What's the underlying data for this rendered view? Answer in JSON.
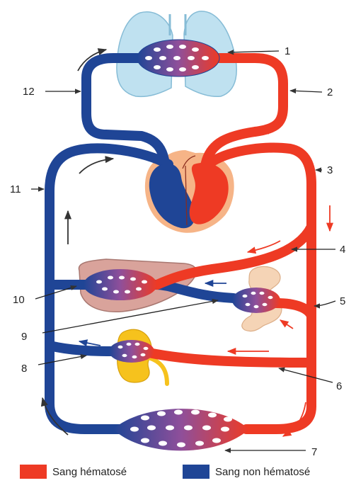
{
  "colors": {
    "oxygenated": "#ee3a24",
    "deoxygenated": "#1f4596",
    "lung": "#bfe1f0",
    "heart_bg": "#f6b487",
    "liver": "#d9a39b",
    "intestine": "#f5d4b6",
    "kidney": "#f6c21d"
  },
  "labels": {
    "l1": "1",
    "l2": "2",
    "l3": "3",
    "l4": "4",
    "l5": "5",
    "l6": "6",
    "l7": "7",
    "l8": "8",
    "l9": "9",
    "l10": "10",
    "l11": "11",
    "l12": "12"
  },
  "legend": {
    "oxygenated_label": "Sang hématosé",
    "deoxygenated_label": "Sang non hématosé"
  }
}
